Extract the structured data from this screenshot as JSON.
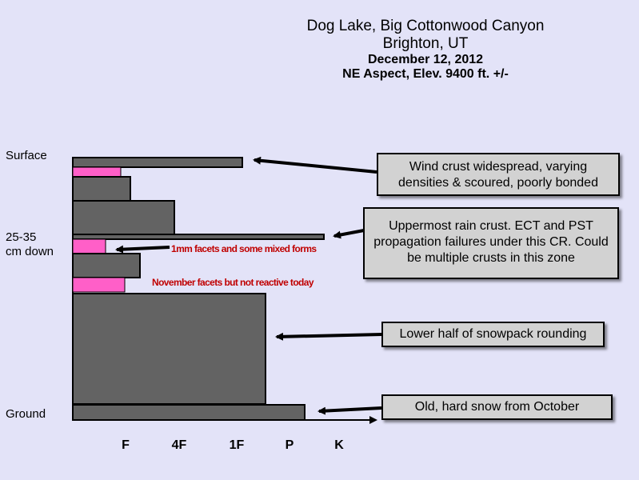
{
  "title": {
    "line1": "Dog Lake, Big Cottonwood Canyon",
    "line2": "Brighton, UT",
    "line3": "December 12, 2012",
    "line4": "NE Aspect, Elev. 9400 ft. +/-"
  },
  "y_labels": {
    "surface": "Surface",
    "mid_line1": "25-35",
    "mid_line2": "cm down",
    "ground": "Ground"
  },
  "x_ticks": [
    "F",
    "4F",
    "1F",
    "P",
    "K"
  ],
  "callouts": {
    "wind_crust": "Wind crust widespread, varying densities & scoured, poorly bonded",
    "rain_crust": "Uppermost rain crust. ECT and PST propagation failures under this CR. Could be multiple crusts in this zone",
    "lower_half": "Lower half of snowpack rounding",
    "old_snow": "Old, hard snow from October"
  },
  "notes": {
    "facets_1mm": "1mm facets and some mixed forms",
    "nov_facets": "November facets but not reactive today"
  },
  "colors": {
    "background": "#e3e3f8",
    "layer": "#636363",
    "facet_layer": "#ff5fc8",
    "note_text": "#c00000",
    "callout_bg": "#d2d2d2"
  },
  "chart_data": {
    "type": "bar",
    "orientation": "horizontal",
    "xlabel": "",
    "ylabel": "",
    "x_categories": [
      "F",
      "4F",
      "1F",
      "P",
      "K"
    ],
    "layers_top_to_bottom": [
      {
        "hardness": "1F+",
        "type": "wind crust"
      },
      {
        "hardness": "F",
        "type": "facets"
      },
      {
        "hardness": "F+",
        "type": "snow"
      },
      {
        "hardness": "4F",
        "type": "snow"
      },
      {
        "hardness": "K",
        "type": "rain crust"
      },
      {
        "hardness": "F-",
        "type": "1mm facets"
      },
      {
        "hardness": "F+",
        "type": "snow"
      },
      {
        "hardness": "F",
        "type": "November facets"
      },
      {
        "hardness": "P",
        "type": "rounds"
      },
      {
        "hardness": "P+",
        "type": "old snow"
      }
    ]
  }
}
